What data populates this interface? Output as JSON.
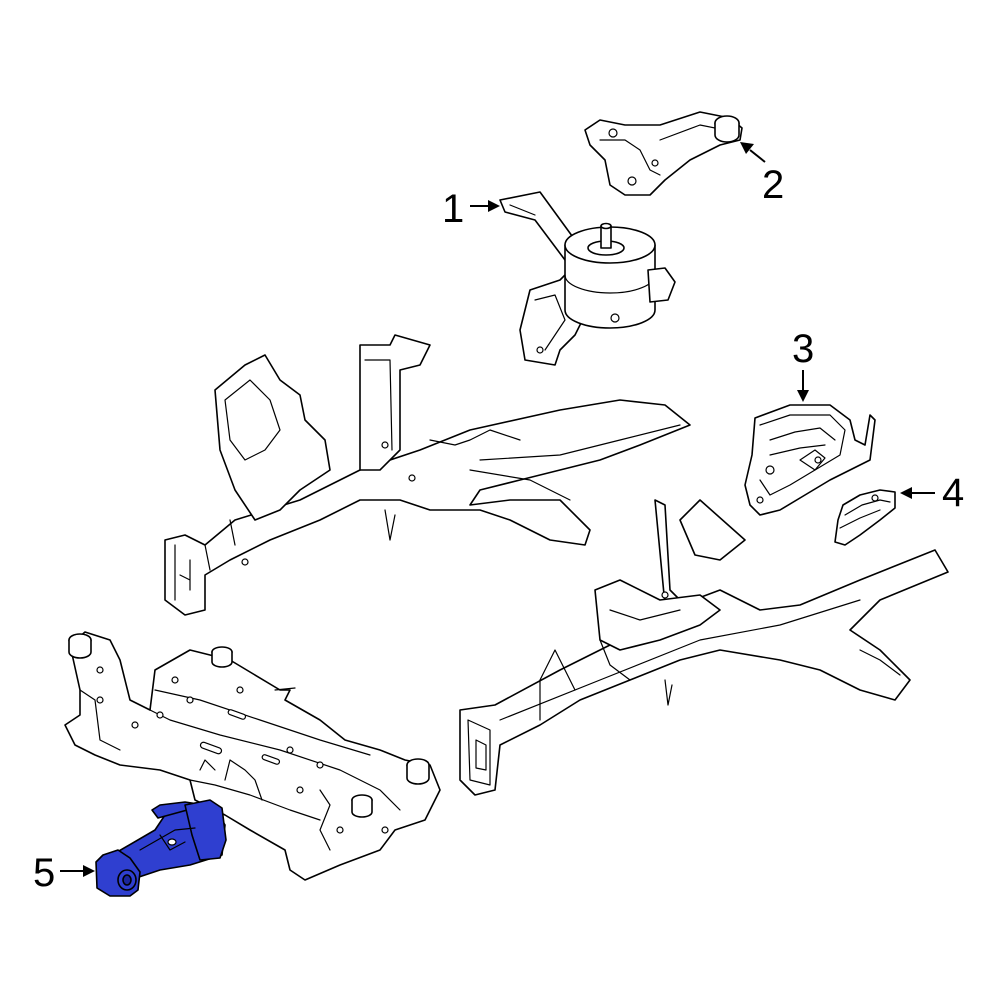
{
  "callouts": [
    {
      "number": "1",
      "part": "engine-mount"
    },
    {
      "number": "2",
      "part": "mount-bracket"
    },
    {
      "number": "3",
      "part": "transmission-mount"
    },
    {
      "number": "4",
      "part": "mount-bracket-small"
    },
    {
      "number": "5",
      "part": "torque-strut-mount"
    }
  ],
  "colors": {
    "highlight": "#2f3fd0",
    "highlight_dark": "#1a2599",
    "line": "#000000",
    "background": "#ffffff"
  },
  "highlighted_part": "5"
}
